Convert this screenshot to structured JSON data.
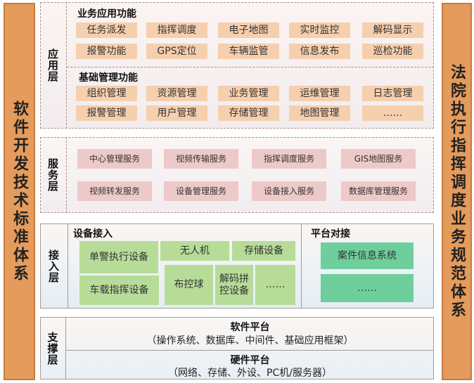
{
  "left_bar": "软件开发技术标准体系",
  "right_bar": "法院执行指挥调度业务规范体系",
  "app_layer": {
    "label": "应用层",
    "business_title": "业务应用功能",
    "business_items": [
      "任务派发",
      "指挥调度",
      "电子地图",
      "实时监控",
      "解码显示",
      "报警功能",
      "GPS定位",
      "车辆监管",
      "信息发布",
      "巡检功能"
    ],
    "basic_title": "基础管理功能",
    "basic_items": [
      "组织管理",
      "资源管理",
      "业务管理",
      "运维管理",
      "日志管理",
      "报警管理",
      "用户管理",
      "存储管理",
      "地图管理",
      "……"
    ]
  },
  "service_layer": {
    "label": "服务层",
    "items": [
      "中心管理服务",
      "视频传输服务",
      "指挥调度服务",
      "GIS地图服务",
      "视频转发服务",
      "设备管理服务",
      "设备接入服务",
      "数据库管理服务"
    ]
  },
  "access_layer": {
    "label": "接入层",
    "device_title": "设备接入",
    "devices": [
      "单警执行设备",
      "车载指挥设备",
      "无人机",
      "存储设备",
      "布控球",
      "解码拼控设备",
      "……"
    ],
    "platform_title": "平台对接",
    "platforms": [
      "案件信息系统",
      "……"
    ]
  },
  "support_layer": {
    "label": "支撑层",
    "software_title": "软件平台",
    "software_desc": "（操作系统、数据库、中间件、基础应用框架）",
    "hardware_title": "硬件平台",
    "hardware_desc": "（网络、存储、外设、PC机/服务器）"
  }
}
